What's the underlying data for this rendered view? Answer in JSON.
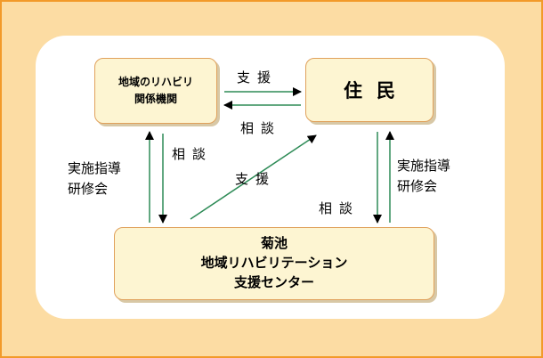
{
  "nodes": {
    "related_orgs": {
      "line1": "地域のリハビリ",
      "line2": "関係機関"
    },
    "residents": {
      "label": "住民"
    },
    "center": {
      "line1": "菊池",
      "line2": "地域リハビリテーション",
      "line3": "支援センター"
    }
  },
  "edges": {
    "support_top": "支援",
    "consult_top": "相談",
    "consult_left": "相談",
    "training_left": {
      "line1": "実施指導",
      "line2": "研修会"
    },
    "support_diag": "支援",
    "consult_right": "相談",
    "training_right": {
      "line1": "実施指導",
      "line2": "研修会"
    }
  },
  "colors": {
    "frame_bg": "#fcdca3",
    "frame_border": "#f29a2a",
    "box_bg": "#fdf5d2",
    "arrow": "#2e8b57"
  }
}
